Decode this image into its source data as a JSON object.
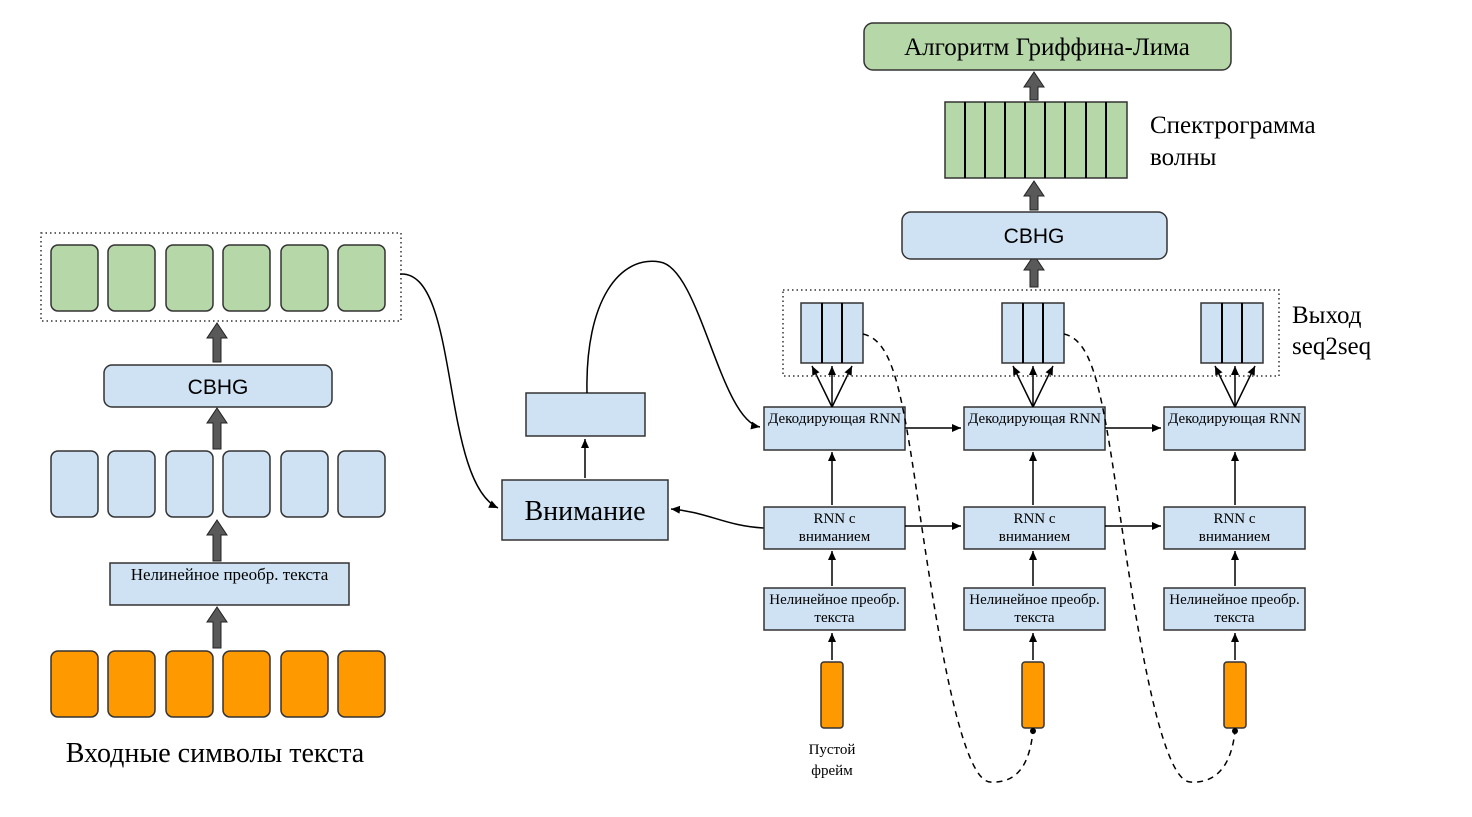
{
  "encoder": {
    "input_label": "Входные символы текста",
    "prenet_label": "Нелинейное преобр. текста",
    "cbhg_label": "CBHG"
  },
  "attention": {
    "label": "Внимание"
  },
  "decoder": {
    "steps": [
      {
        "decoder_rnn": "Декодирующая RNN",
        "attention_rnn": "RNN с вниманием",
        "prenet": "Нелинейное преобр. текста",
        "input_label": "Пустой фрейм"
      },
      {
        "decoder_rnn": "Декодирующая RNN",
        "attention_rnn": "RNN с вниманием",
        "prenet": "Нелинейное преобр. текста",
        "input_label": ""
      },
      {
        "decoder_rnn": "Декодирующая RNN",
        "attention_rnn": "RNN с вниманием",
        "prenet": "Нелинейное преобр. текста",
        "input_label": ""
      }
    ],
    "seq2seq_output_label": "Выход seq2seq"
  },
  "postnet": {
    "cbhg_label": "CBHG",
    "spectrogram_label": "Спектрограмма волны",
    "griffin_lim_label": "Алгоритм Гриффина-Лима"
  },
  "colors": {
    "blue": "#cfe2f3",
    "green": "#b6d7a8",
    "orange": "#ff9900"
  }
}
